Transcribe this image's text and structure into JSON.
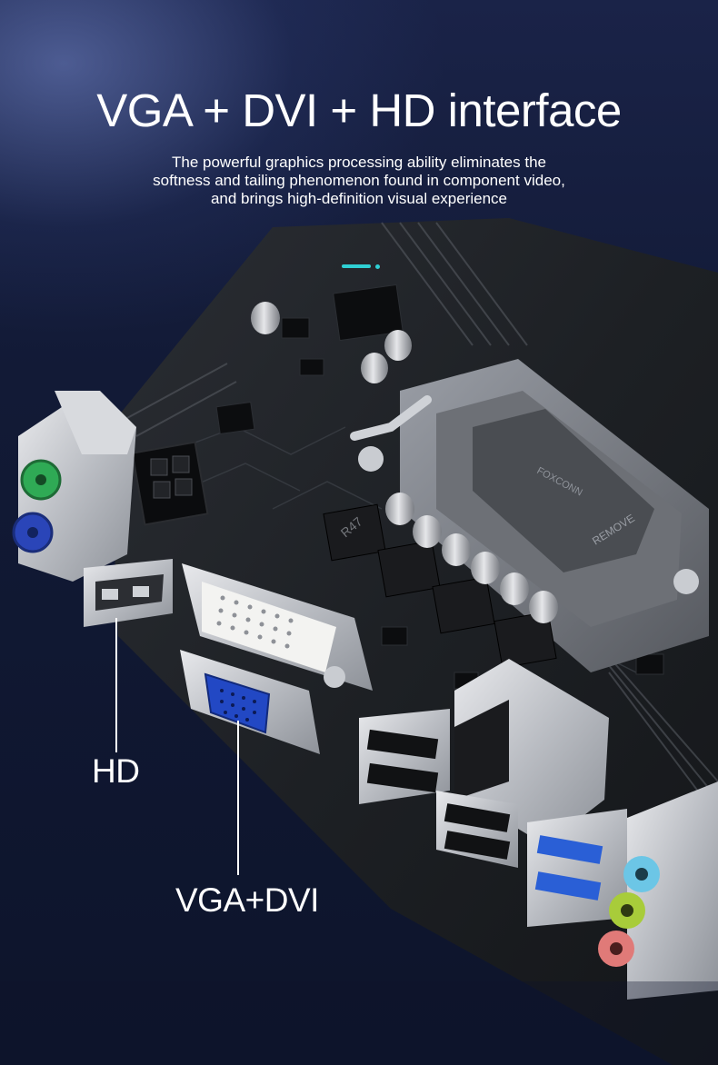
{
  "headline": "VGA + DVI + HD interface",
  "subtitle_lines": [
    "The powerful graphics processing ability eliminates the",
    "softness and tailing phenomenon found in component video,",
    "and brings high-definition visual experience"
  ],
  "callouts": {
    "hd": "HD",
    "vga_dvi": "VGA+DVI"
  },
  "board_markings": {
    "cpu_socket": "FOXCONN",
    "remove": "REMOVE",
    "inductor": "R47"
  },
  "colors": {
    "accent": "#2fd0d4",
    "ps2_mouse": "#2faa55",
    "ps2_keyboard": "#2a45b8",
    "vga_port": "#2248c4",
    "usb3": "#2a5fd6",
    "audio_blue": "#6cc6e6",
    "audio_green": "#a8cc3a",
    "audio_pink": "#e07a78"
  }
}
